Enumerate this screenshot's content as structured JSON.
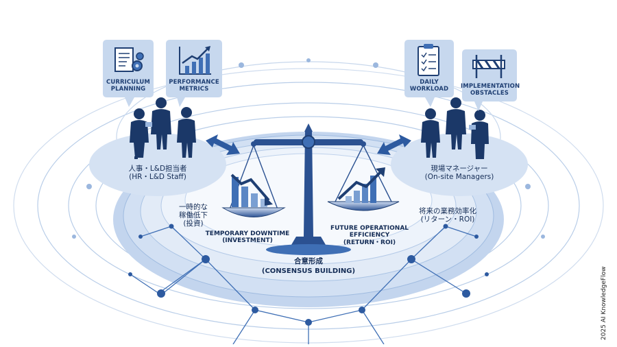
{
  "callouts": {
    "curriculum": "CURRICULUM\nPLANNING",
    "performance": "PERFORMANCE\nMETRICS",
    "daily": "DAILY\nWORKLOAD",
    "implementation": "IMPLEMENTATION\nOBSTACLES"
  },
  "groups": {
    "hr": "人事・L&D担当者\n(HR・L&D Staff)",
    "managers": "現場マネージャー\n(On-site Managers)"
  },
  "balance": {
    "left_jp": "一時的な\n稼働低下\n(投資)",
    "left_en": "TEMPORARY DOWNTIME\n(INVESTMENT)",
    "right_jp": "将来の業務効率化\n(リターン・ROI)",
    "right_en": "FUTURE OPERATIONAL\nEFFICIENCY\n(RETURN・ROI)"
  },
  "consensus": {
    "jp": "合意形成",
    "en": "(CONSENSUS BUILDING)"
  },
  "credit": "2025 AI KnowledgeFlow",
  "colors": {
    "navy": "#1f3f73",
    "mid_blue": "#3f6fb5",
    "light_blue": "#dbe7f5",
    "ring": "#b8cde8"
  },
  "icons": {
    "curriculum": "document-gears-icon",
    "performance": "rising-chart-icon",
    "daily": "checklist-clipboard-icon",
    "implementation": "barrier-icon",
    "left_pan": "falling-bars-icon",
    "right_pan": "rising-bars-icon"
  }
}
